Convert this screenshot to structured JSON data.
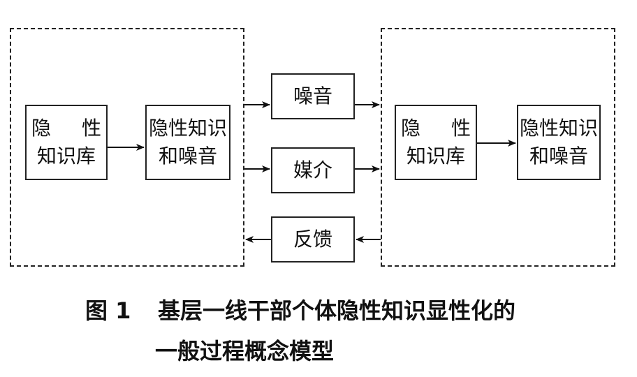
{
  "left_group": {
    "knowledge_base": {
      "line1_a": "隐",
      "line1_b": "性",
      "line2": "知识库"
    },
    "output_box": {
      "line1": "隐性知识",
      "line2": "和噪音"
    }
  },
  "channels": {
    "noise": "噪音",
    "medium": "媒介",
    "feedback": "反馈"
  },
  "right_group": {
    "knowledge_base": {
      "line1_a": "隐",
      "line1_b": "性",
      "line2": "知识库"
    },
    "output_box": {
      "line1": "隐性知识",
      "line2": "和噪音"
    }
  },
  "caption": {
    "label": "图 1",
    "title_line1": "基层一线干部个体隐性知识显性化的",
    "title_line2": "一般过程概念模型"
  }
}
